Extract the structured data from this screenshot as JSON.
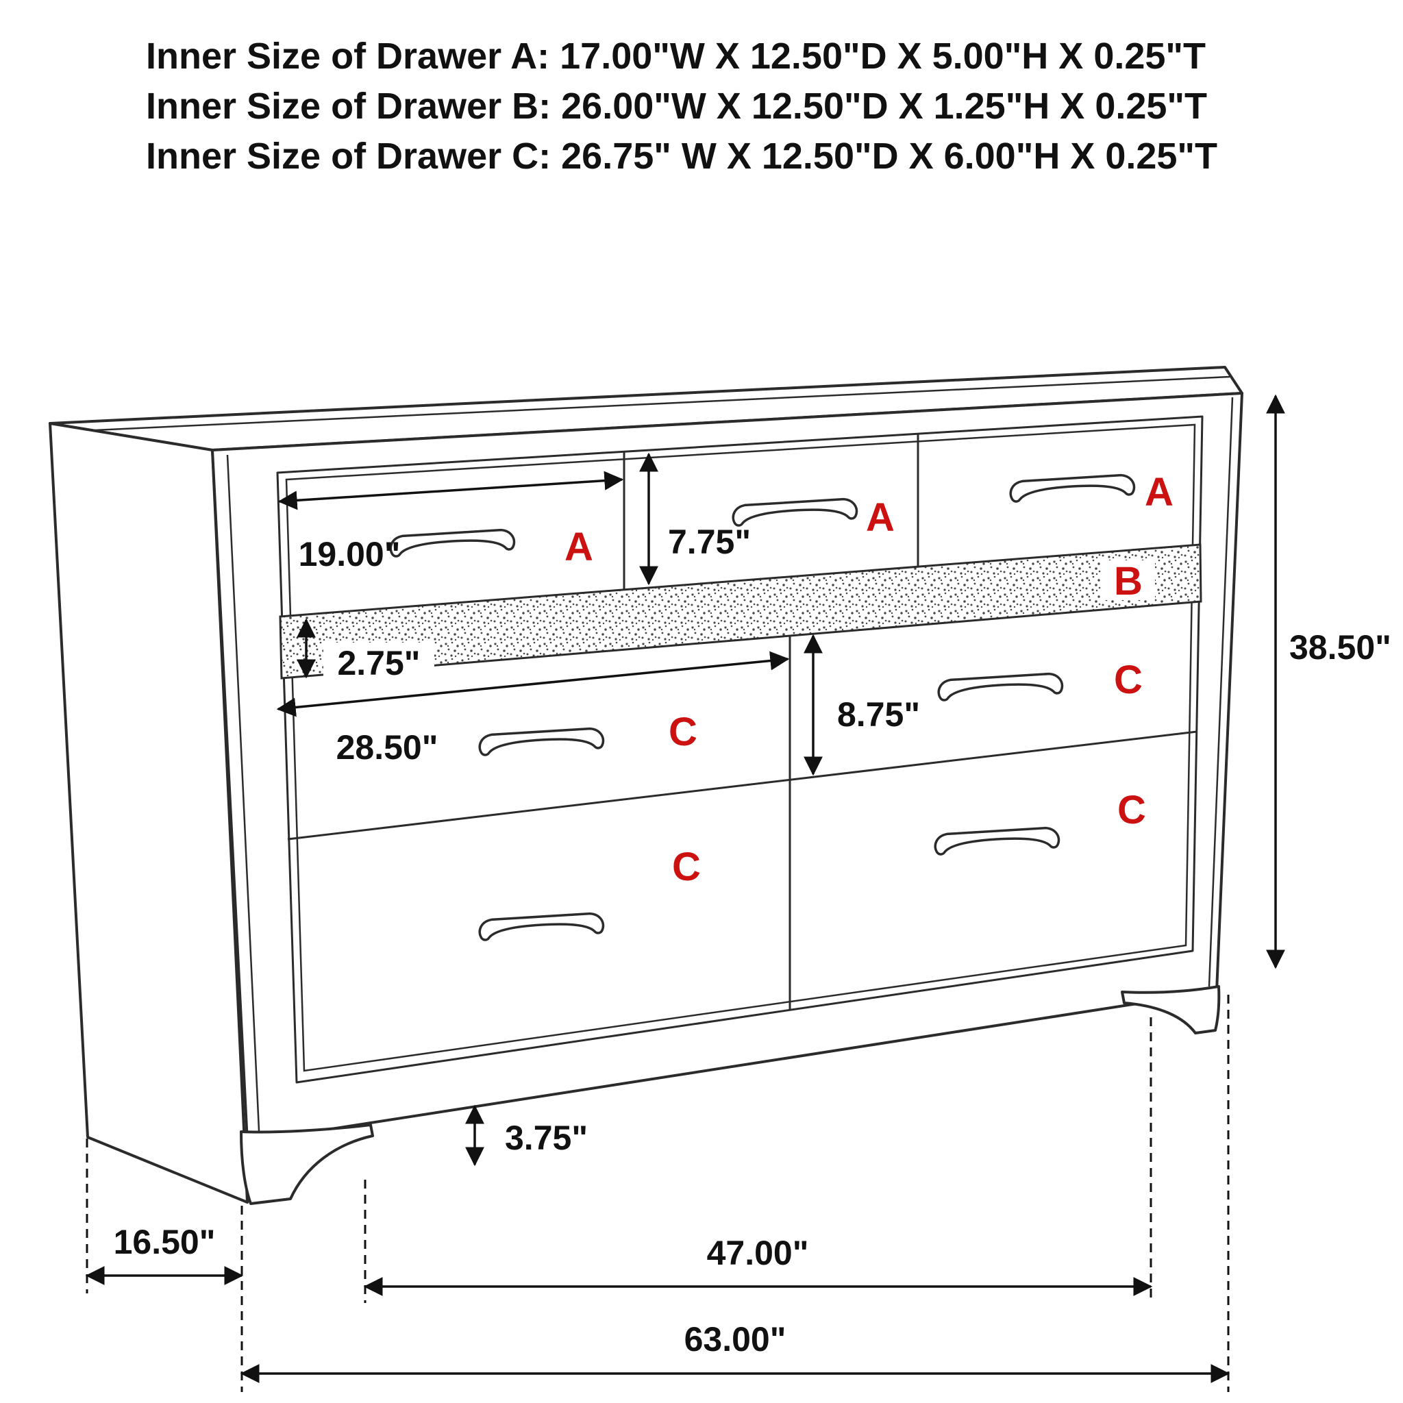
{
  "header": {
    "line1": "Inner Size of Drawer A: 17.00\"W X 12.50\"D X 5.00\"H X 0.25\"T",
    "line2": "Inner Size of Drawer B: 26.00\"W X 12.50\"D X 1.25\"H X 0.25\"T",
    "line3": "Inner Size of Drawer C: 26.75\" W X 12.50\"D X 6.00\"H X 0.25\"T"
  },
  "drawer_labels": {
    "a": "A",
    "b": "B",
    "c": "C"
  },
  "dims": {
    "w19": "19.00\"",
    "h7_75": "7.75\"",
    "h2_75": "2.75\"",
    "w28_50": "28.50\"",
    "h8_75": "8.75\"",
    "h38_50": "38.50\"",
    "h3_75": "3.75\"",
    "d16_50": "16.50\"",
    "w47": "47.00\"",
    "w63": "63.00\""
  },
  "colors": {
    "label": "#cc1111",
    "line": "#2b2b2b",
    "text": "#111111",
    "background": "#ffffff"
  }
}
